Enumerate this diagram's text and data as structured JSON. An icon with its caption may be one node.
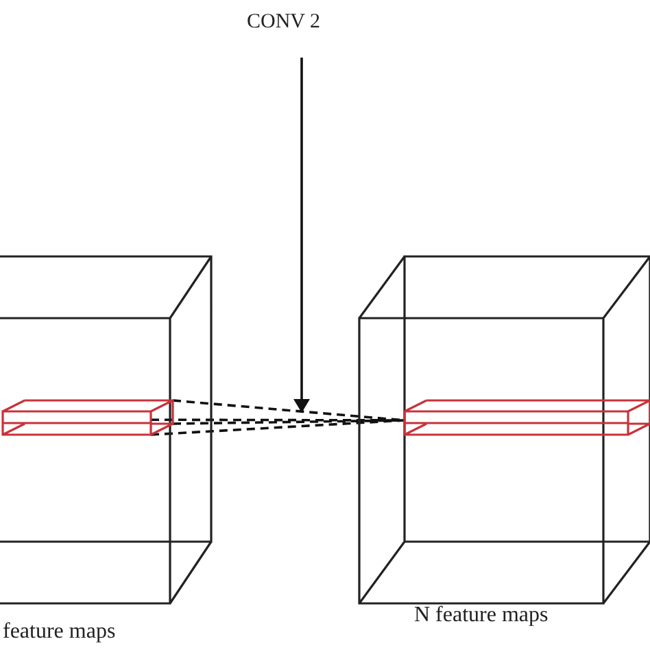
{
  "diagram": {
    "nodes": [
      {
        "text": [
          "CONV 2"
        ]
      },
      {
        "text": [],
        "shape": "box",
        "beside": [
          "feature maps"
        ]
      },
      {
        "text": [],
        "shape": "bar",
        "in": 1
      },
      {
        "text": [],
        "shape": "box",
        "beside": [
          "N feature maps"
        ]
      },
      {
        "text": [],
        "shape": "bar",
        "in": 3
      }
    ],
    "edges": [
      {
        "from": 0,
        "to": null,
        "arrow": "to"
      },
      {
        "from": 2,
        "to": 4,
        "arrow": "none",
        "style": "dashed"
      }
    ]
  }
}
